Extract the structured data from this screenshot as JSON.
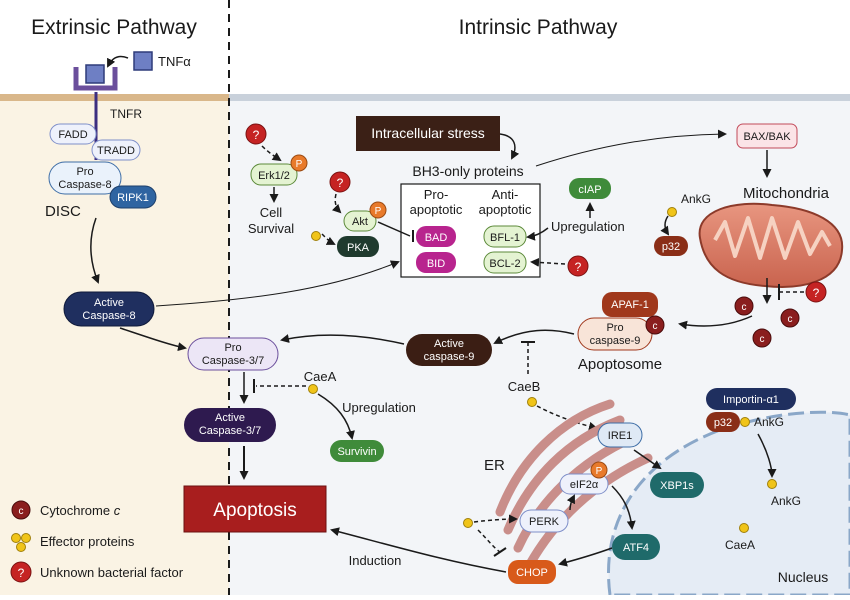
{
  "headers": {
    "extrinsic": "Extrinsic Pathway",
    "intrinsic": "Intrinsic Pathway"
  },
  "receptor": {
    "tnfa": "TNFα",
    "tnfr": "TNFR"
  },
  "disc": {
    "fadd": "FADD",
    "tradd": "TRADD",
    "pro_caspase8_l1": "Pro",
    "pro_caspase8_l2": "Caspase-8",
    "ripk1": "RIPK1",
    "label": "DISC"
  },
  "active_caspase8": {
    "l1": "Active",
    "l2": "Caspase-8"
  },
  "intracellular_stress": "Intracellular stress",
  "bh3": {
    "title": "BH3-only proteins",
    "pro_l1": "Pro-",
    "pro_l2": "apoptotic",
    "anti_l1": "Anti-",
    "anti_l2": "apoptotic",
    "bad": "BAD",
    "bid": "BID",
    "bfl1": "BFL-1",
    "bcl2": "BCL-2"
  },
  "ciap": "cIAP",
  "upregulation": "Upregulation",
  "survival": {
    "erk": "Erk1/2",
    "p": "P",
    "cell_l1": "Cell",
    "cell_l2": "Survival",
    "akt": "Akt",
    "pka": "PKA"
  },
  "question": "?",
  "cyt": "c",
  "mito": {
    "baxbak": "BAX/BAK",
    "label": "Mitochondria",
    "ankg": "AnkG",
    "p32": "p32"
  },
  "apoptosome": {
    "apaf1": "APAF-1",
    "pro_l1": "Pro",
    "pro_l2": "caspase-9",
    "label": "Apoptosome"
  },
  "active_caspase9": {
    "l1": "Active",
    "l2": "caspase-9"
  },
  "caspase37": {
    "pro_l1": "Pro",
    "pro_l2": "Caspase-3/7",
    "active_l1": "Active",
    "active_l2": "Caspase-3/7"
  },
  "caea": "CaeA",
  "caeb": "CaeB",
  "survivin": "Survivin",
  "apoptosis": "Apoptosis",
  "induction": "Induction",
  "er": {
    "label": "ER",
    "ire1": "IRE1",
    "xbp1s": "XBP1s",
    "perk": "PERK",
    "eif2a": "eIF2α",
    "atf4": "ATF4",
    "chop": "CHOP"
  },
  "nucleus": {
    "label": "Nucleus",
    "importin": "Importin-α1",
    "p32": "p32",
    "ankg": "AnkG",
    "ankg2": "AnkG",
    "caea": "CaeA"
  },
  "legend": {
    "cyt_pre": "Cytochrome ",
    "cyt_italic": "c",
    "effector": "Effector proteins",
    "unknown": "Unknown bacterial factor"
  }
}
